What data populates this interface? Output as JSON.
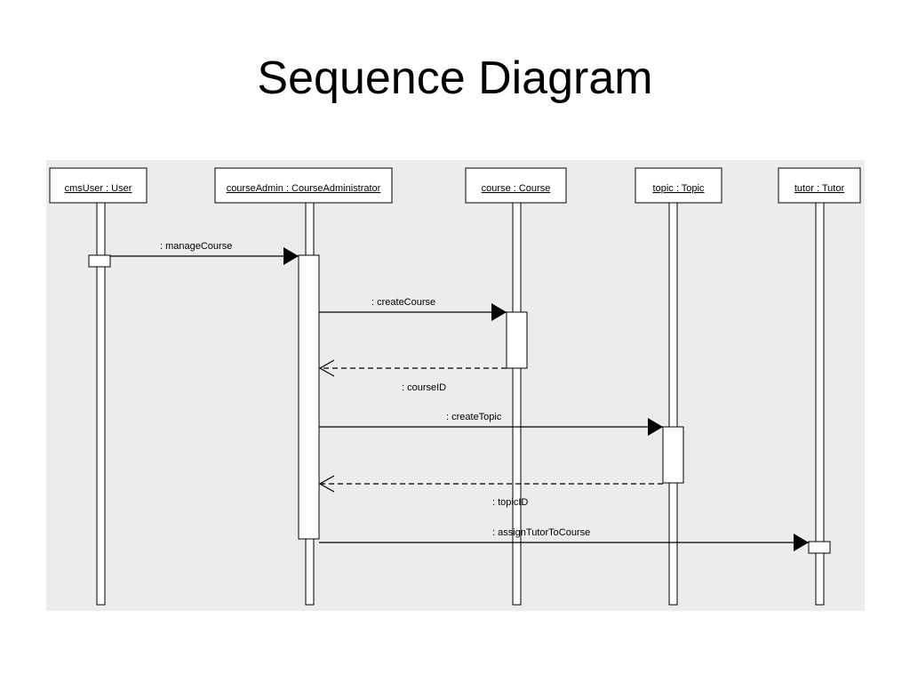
{
  "title": "Sequence Diagram",
  "colors": {
    "background": "#ffffff",
    "panel": "#ececec",
    "line": "#000000",
    "box_fill": "#ffffff"
  },
  "participants": [
    {
      "id": "cmsUser",
      "label": "cmsUser : User"
    },
    {
      "id": "courseAdmin",
      "label": "courseAdmin : CourseAdministrator"
    },
    {
      "id": "course",
      "label": "course : Course"
    },
    {
      "id": "topic",
      "label": "topic : Topic"
    },
    {
      "id": "tutor",
      "label": "tutor : Tutor"
    }
  ],
  "messages": [
    {
      "label": ": manageCourse",
      "from": "cmsUser",
      "to": "courseAdmin",
      "kind": "call"
    },
    {
      "label": ": createCourse",
      "from": "courseAdmin",
      "to": "course",
      "kind": "call"
    },
    {
      "label": ": courseID",
      "from": "course",
      "to": "courseAdmin",
      "kind": "return"
    },
    {
      "label": ": createTopic",
      "from": "courseAdmin",
      "to": "topic",
      "kind": "call"
    },
    {
      "label": ": topicID",
      "from": "topic",
      "to": "courseAdmin",
      "kind": "return"
    },
    {
      "label": ": assignTutorToCourse",
      "from": "courseAdmin",
      "to": "tutor",
      "kind": "call"
    }
  ]
}
